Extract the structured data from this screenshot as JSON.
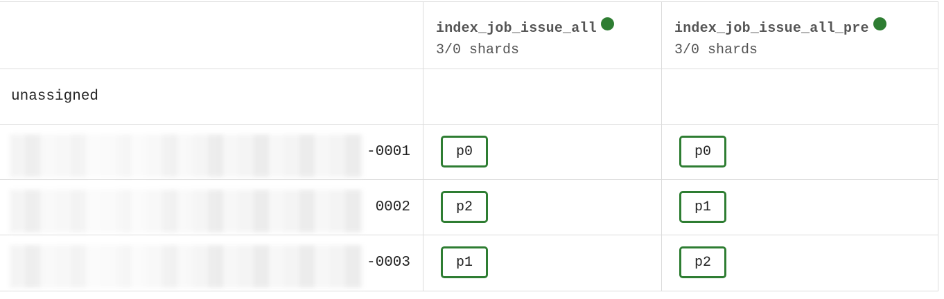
{
  "indices": [
    {
      "name": "index_job_issue_all",
      "shards": "3/0 shards",
      "health_color": "#2e7d32"
    },
    {
      "name": "index_job_issue_all_pre",
      "shards": "3/0 shards",
      "health_color": "#2e7d32"
    }
  ],
  "unassigned_label": "unassigned",
  "nodes": [
    {
      "name_visible": "-0001",
      "shards": [
        "p0",
        "p0"
      ]
    },
    {
      "name_visible": "0002",
      "shards": [
        "p2",
        "p1"
      ]
    },
    {
      "name_visible": "-0003",
      "shards": [
        "p1",
        "p2"
      ]
    }
  ],
  "colors": {
    "shard_border": "#2e7d32",
    "grid_line": "#dcdcdc"
  }
}
